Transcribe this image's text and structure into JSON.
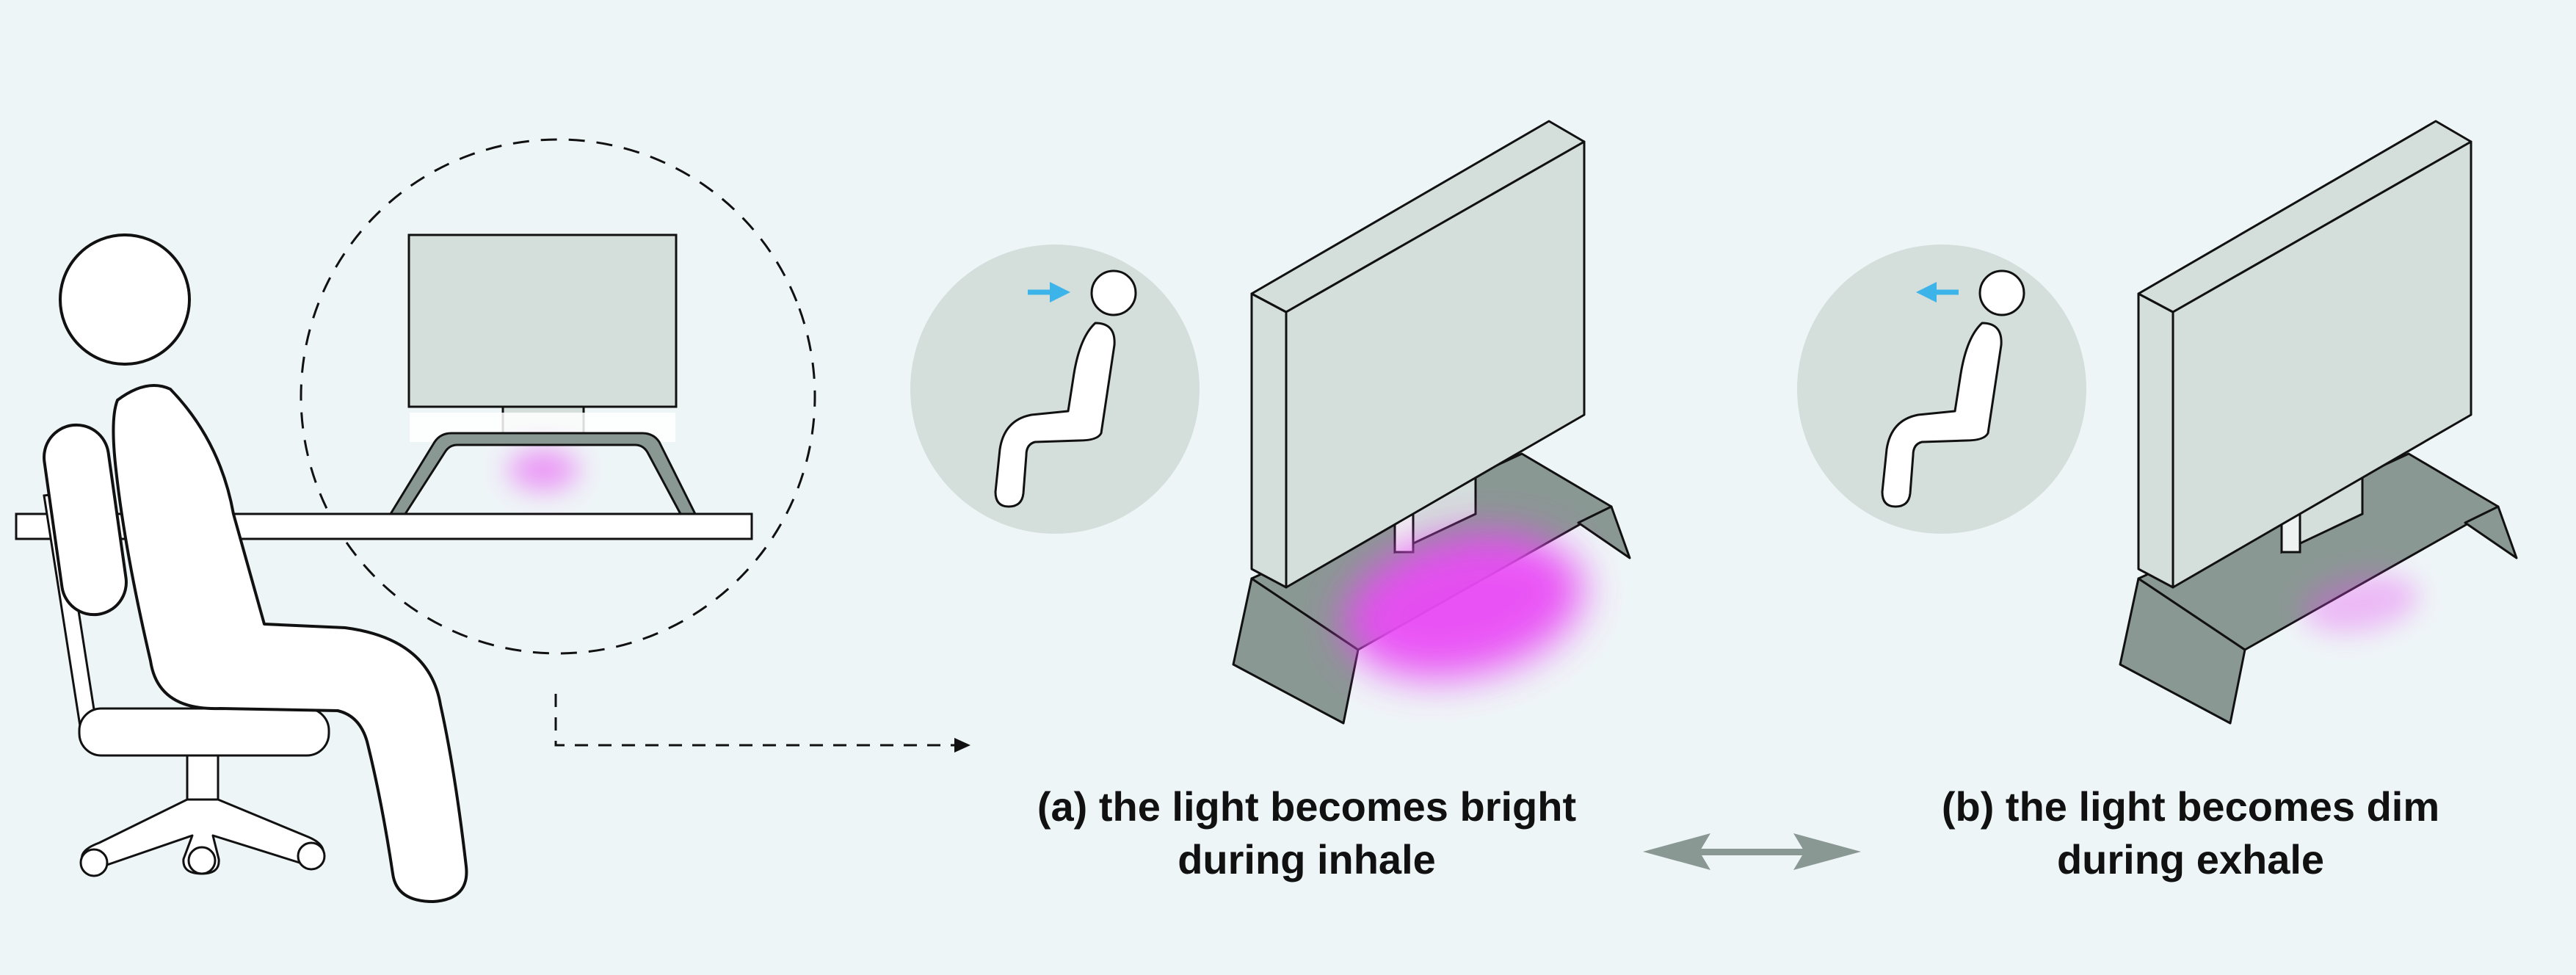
{
  "captions": {
    "inhale": {
      "line1": "(a) the light becomes bright",
      "line2": "during inhale"
    },
    "exhale": {
      "line1": "(b) the light becomes dim",
      "line2": "during exhale"
    }
  },
  "states": {
    "inhale": {
      "light_level": 1.0,
      "breath_direction": "toward-screen"
    },
    "exhale": {
      "light_level": 0.35,
      "breath_direction": "away-from-screen"
    }
  },
  "colors": {
    "background": "#eef5f7",
    "screen": "#d4dedb",
    "stand": "#8a9893",
    "light_glow": "#e94cf5",
    "breath_arrow": "#3cb4ea",
    "circle_backdrop": "#d4dedb",
    "outline": "#111111",
    "transition_arrow": "#8a9893"
  },
  "icons": {
    "breath_in": "arrow-right-icon",
    "breath_out": "arrow-left-icon",
    "transition": "double-arrow-icon"
  }
}
